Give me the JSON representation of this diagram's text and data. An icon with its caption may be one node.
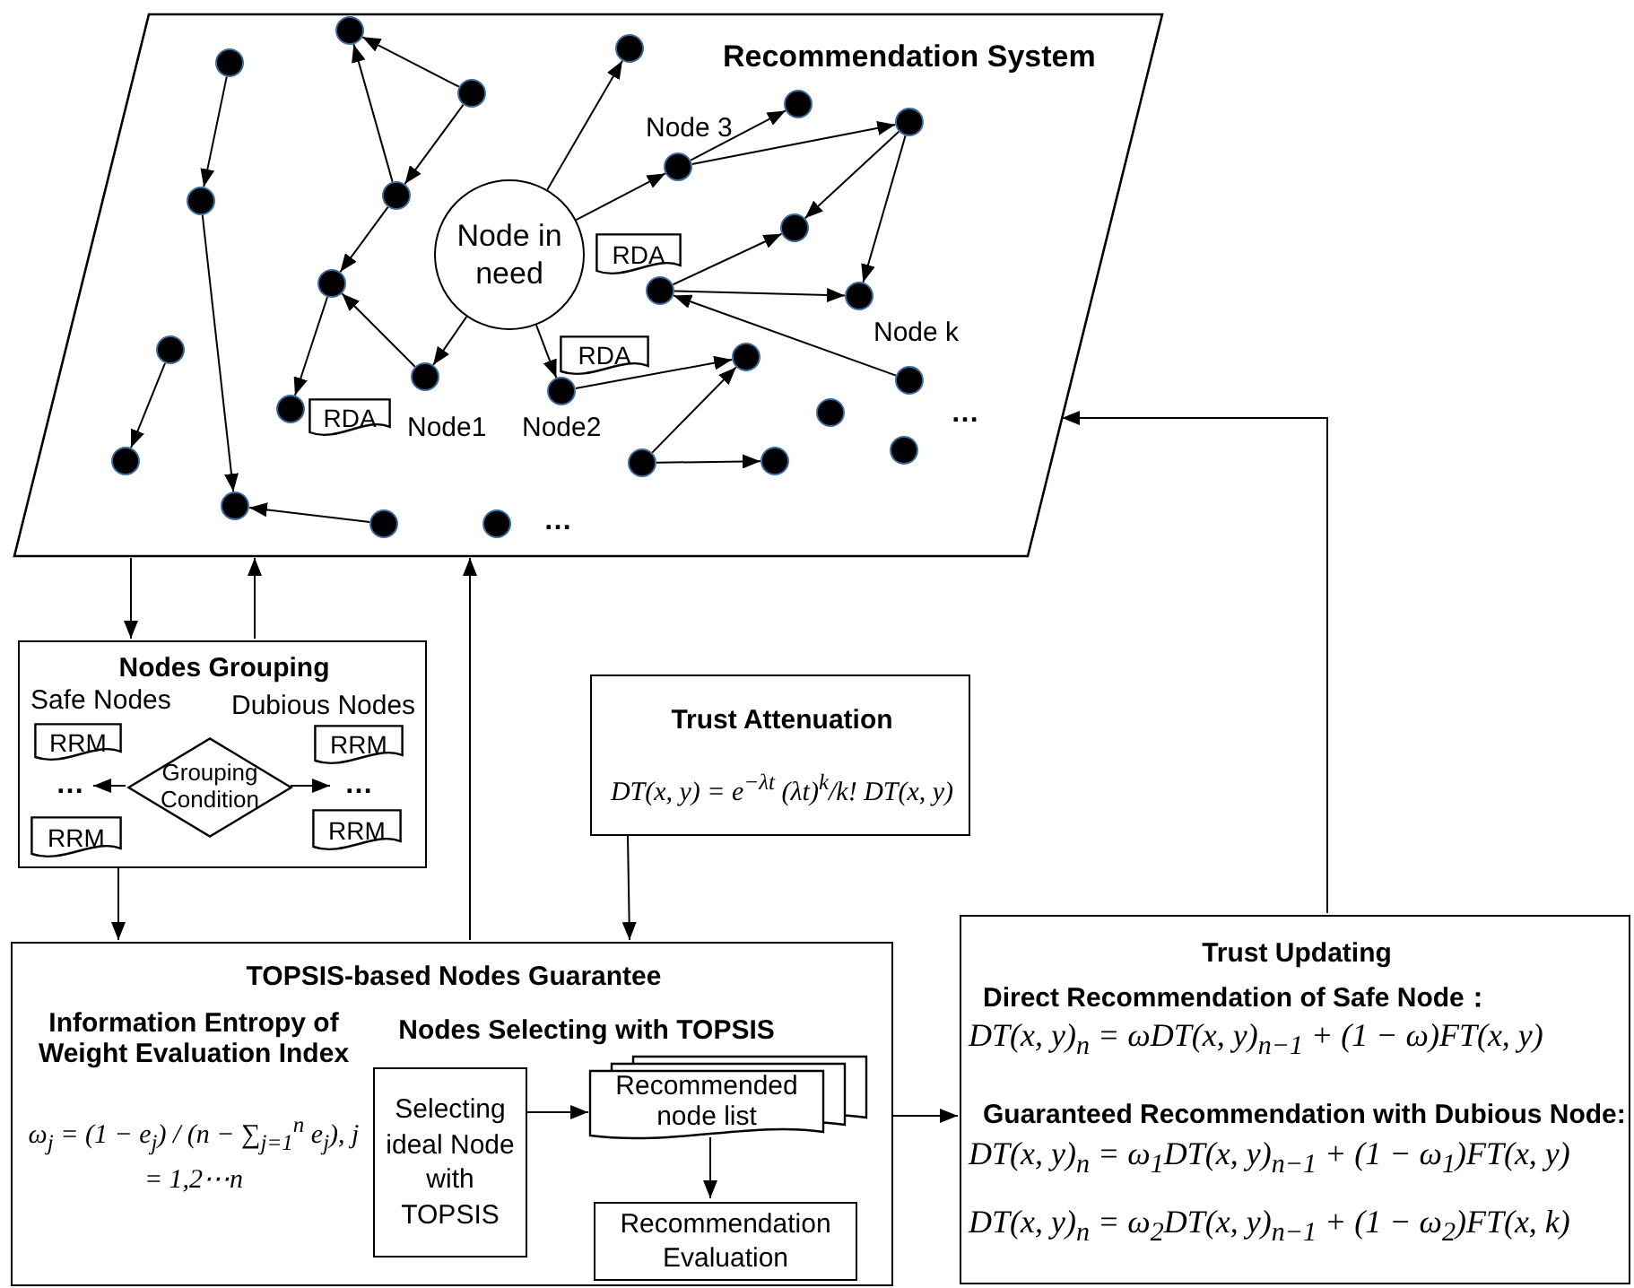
{
  "diagram": {
    "nodes": [
      {
        "text": [
          "Recommendation System"
        ]
      },
      {
        "text": [
          "Node in need"
        ],
        "in": 0
      },
      {
        "text": [],
        "shape": "circle",
        "in": 0
      },
      {
        "text": [],
        "shape": "circle",
        "in": 0
      },
      {
        "text": [],
        "shape": "circle",
        "in": 0
      },
      {
        "text": [],
        "shape": "circle",
        "in": 0
      },
      {
        "text": [],
        "shape": "circle",
        "in": 0
      },
      {
        "text": [],
        "shape": "circle",
        "in": 0
      },
      {
        "text": [],
        "shape": "circle",
        "in": 0
      },
      {
        "text": [],
        "shape": "circle",
        "in": 0
      },
      {
        "text": [],
        "shape": "circle",
        "in": 0
      },
      {
        "text": [],
        "shape": "circle",
        "in": 0
      },
      {
        "text": [],
        "shape": "circle",
        "in": 0,
        "beside": [
          "Node1"
        ]
      },
      {
        "text": [],
        "shape": "circle",
        "in": 0
      },
      {
        "text": [],
        "shape": "circle",
        "in": 0
      },
      {
        "text": [],
        "shape": "circle",
        "in": 0,
        "beside": [
          "Node2"
        ]
      },
      {
        "text": [],
        "shape": "circle",
        "in": 0
      },
      {
        "text": [],
        "shape": "circle",
        "in": 0
      },
      {
        "text": [],
        "shape": "circle",
        "in": 0
      },
      {
        "text": [],
        "shape": "circle",
        "in": 0,
        "beside": [
          "Node 3"
        ]
      },
      {
        "text": [],
        "shape": "circle",
        "in": 0
      },
      {
        "text": [],
        "shape": "circle",
        "in": 0
      },
      {
        "text": [],
        "shape": "circle",
        "in": 0
      },
      {
        "text": [],
        "shape": "circle",
        "in": 0
      },
      {
        "text": [],
        "shape": "circle",
        "in": 0
      },
      {
        "text": [],
        "shape": "circle",
        "in": 0,
        "beside": [
          "Node k"
        ]
      },
      {
        "text": [],
        "shape": "circle",
        "in": 0
      },
      {
        "text": [],
        "shape": "circle",
        "in": 0
      },
      {
        "text": [],
        "shape": "circle",
        "in": 0
      },
      {
        "text": [
          "RDA"
        ],
        "in": 0
      },
      {
        "text": [
          "RDA"
        ],
        "in": 0
      },
      {
        "text": [
          "RDA"
        ],
        "in": 0
      },
      {
        "text": [
          "Nodes Grouping",
          "Safe Nodes",
          "Dubious Nodes"
        ]
      },
      {
        "text": [
          "RRM"
        ],
        "in": 32
      },
      {
        "text": [
          "RRM"
        ],
        "in": 32
      },
      {
        "text": [
          "…"
        ],
        "in": 32
      },
      {
        "text": [
          "Grouping Condition"
        ],
        "in": 32
      },
      {
        "text": [
          "…"
        ],
        "in": 32
      },
      {
        "text": [
          "RRM"
        ],
        "in": 32
      },
      {
        "text": [
          "RRM"
        ],
        "in": 32
      },
      {
        "text": [
          "Trust Attenuation",
          "DT(x, y) = e$^{−λt}$ (λt)$^{k}$/k! DT(x, y)"
        ]
      },
      {
        "text": [
          "TOPSIS-based Nodes Guarantee",
          "Information Entropy of Weight Evaluation Index",
          "ω$_{j}$ = (1 − e$_{j}$) / (n − ∑$_{j=1}$$^{n}$ e$_{j}$), j = 1,2⋯n",
          "Nodes Selecting with TOPSIS"
        ]
      },
      {
        "text": [
          "Selecting ideal Node with TOPSIS"
        ],
        "in": 41
      },
      {
        "text": [
          "Recommended node list"
        ],
        "in": 41
      },
      {
        "text": [
          "Recommendation Evaluation"
        ],
        "in": 41
      },
      {
        "text": [
          "Trust Updating",
          "Direct Recommendation of Safe Node：",
          "DT(x, y)$_{n}$ = ωDT(x, y)$_{n−1}$ + (1 − ω)FT(x, y)",
          "Guaranteed Recommendation with Dubious Node:",
          "DT(x, y)$_{n}$ = ω$_{1}$DT(x, y)$_{n−1}$ + (1 − ω$_{1}$)FT(x, y)",
          "DT(x, y)$_{n}$ = ω$_{2}$DT(x, y)$_{n−1}$ + (1 − ω$_{2}$)FT(x, k)"
        ]
      }
    ],
    "edges": [
      {
        "from": 5,
        "to": 4,
        "arrow": "to"
      },
      {
        "from": 4,
        "to": 6,
        "arrow": "to"
      },
      {
        "from": 10,
        "to": 6,
        "arrow": "to"
      },
      {
        "from": 13,
        "to": 9,
        "arrow": "to"
      },
      {
        "from": 11,
        "to": 9,
        "arrow": "to"
      },
      {
        "from": 13,
        "to": 11,
        "arrow": "to"
      },
      {
        "from": 11,
        "to": 8,
        "arrow": "to"
      },
      {
        "from": 8,
        "to": 7,
        "arrow": "to"
      },
      {
        "from": 12,
        "to": 8,
        "arrow": "to"
      },
      {
        "from": 1,
        "to": 12,
        "arrow": "to"
      },
      {
        "from": 3,
        "to": 2,
        "arrow": "to"
      },
      {
        "from": 1,
        "to": 16,
        "arrow": "to"
      },
      {
        "from": 1,
        "to": 19,
        "arrow": "to"
      },
      {
        "from": 1,
        "to": 15,
        "arrow": "to"
      },
      {
        "from": 19,
        "to": 23,
        "arrow": "to"
      },
      {
        "from": 19,
        "to": 27,
        "arrow": "to"
      },
      {
        "from": 27,
        "to": 22,
        "arrow": "to"
      },
      {
        "from": 27,
        "to": 25,
        "arrow": "to"
      },
      {
        "from": 18,
        "to": 22,
        "arrow": "to"
      },
      {
        "from": 18,
        "to": 25,
        "arrow": "to"
      },
      {
        "from": 28,
        "to": 18,
        "arrow": "to"
      },
      {
        "from": 15,
        "to": 20,
        "arrow": "to"
      },
      {
        "from": 17,
        "to": 20,
        "arrow": "to"
      },
      {
        "from": 17,
        "to": 21,
        "arrow": "to"
      },
      {
        "from": 0,
        "to": 32,
        "arrow": "to"
      },
      {
        "from": 32,
        "to": 0,
        "arrow": "to"
      },
      {
        "from": 41,
        "to": 0,
        "arrow": "to"
      },
      {
        "from": 40,
        "to": 41,
        "arrow": "to"
      },
      {
        "from": 32,
        "to": 41,
        "arrow": "to"
      },
      {
        "from": 41,
        "to": 45,
        "arrow": "to"
      },
      {
        "from": 45,
        "to": 0,
        "arrow": "to"
      },
      {
        "from": 36,
        "to": 35,
        "arrow": "to"
      },
      {
        "from": 36,
        "to": 37,
        "arrow": "to"
      },
      {
        "from": 42,
        "to": 43,
        "arrow": "to"
      },
      {
        "from": 43,
        "to": 44,
        "arrow": "to"
      }
    ],
    "labels": [
      "…",
      "…"
    ]
  }
}
